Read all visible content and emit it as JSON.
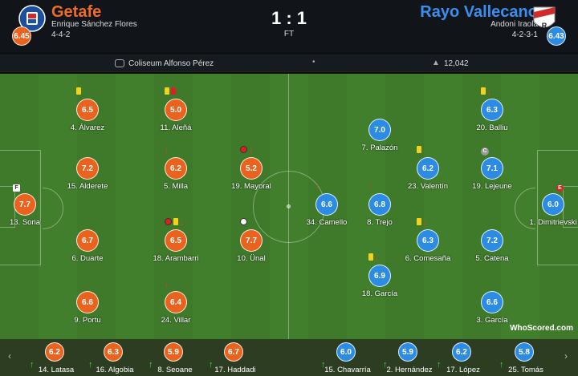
{
  "home": {
    "name": "Getafe",
    "coach": "Enrique Sánchez Flores",
    "formation": "4-4-2",
    "rating": "6.45",
    "color": "#e9631f"
  },
  "away": {
    "name": "Rayo Vallecano",
    "coach": "Andoni Iraola",
    "formation": "4-2-3-1",
    "rating": "6.43",
    "color": "#2c8be3"
  },
  "match": {
    "score": "1 : 1",
    "status": "FT",
    "venue": "Coliseum Alfonso Pérez",
    "separator": "•",
    "attendance": "12,042"
  },
  "home_players": [
    {
      "rating": "6.5",
      "name": "4. Álvarez",
      "marks": [
        "yellow"
      ]
    },
    {
      "rating": "5.0",
      "name": "11. Aleñá",
      "marks": [
        "yellow",
        "red"
      ]
    },
    {
      "rating": "7.2",
      "name": "15. Alderete",
      "marks": []
    },
    {
      "rating": "6.2",
      "name": "5. Milla",
      "marks": [
        "subout"
      ]
    },
    {
      "rating": "5.2",
      "name": "19. Mayoral",
      "marks": [
        "ballred",
        "subout"
      ]
    },
    {
      "rating": "7.7",
      "name": "13. Soria",
      "marks": []
    },
    {
      "rating": "6.7",
      "name": "6. Duarte",
      "marks": []
    },
    {
      "rating": "6.5",
      "name": "18. Arambarri",
      "marks": [
        "ballred",
        "yellow",
        "subout"
      ]
    },
    {
      "rating": "7.7",
      "name": "10. Ünal",
      "marks": [
        "ball"
      ]
    },
    {
      "rating": "6.6",
      "name": "9. Portu",
      "marks": []
    },
    {
      "rating": "6.4",
      "name": "24. Villar",
      "marks": [
        "subout"
      ]
    }
  ],
  "away_players": [
    {
      "rating": "6.3",
      "name": "20. Balliu",
      "marks": [
        "yellow",
        "subout"
      ]
    },
    {
      "rating": "7.0",
      "name": "7. Palazón",
      "marks": []
    },
    {
      "rating": "6.2",
      "name": "23. Valentín",
      "marks": [
        "yellow"
      ]
    },
    {
      "rating": "7.1",
      "name": "19. Lejeune",
      "marks": [
        "captain"
      ]
    },
    {
      "rating": "6.6",
      "name": "34. Camello",
      "marks": [
        "subout"
      ]
    },
    {
      "rating": "6.8",
      "name": "8. Trejo",
      "marks": [
        "subout"
      ]
    },
    {
      "rating": "6.0",
      "name": "1. Dimitrievski",
      "marks": []
    },
    {
      "rating": "6.3",
      "name": "6. Comesaña",
      "marks": [
        "yellow",
        "subout"
      ]
    },
    {
      "rating": "7.2",
      "name": "5. Catena",
      "marks": []
    },
    {
      "rating": "6.9",
      "name": "18. García",
      "marks": [
        "yellow",
        "subout"
      ]
    },
    {
      "rating": "6.6",
      "name": "3. García",
      "marks": []
    }
  ],
  "captain_label": "C",
  "gk_marker": "E",
  "home_gk_marker": "F",
  "home_subs": [
    {
      "rating": "6.2",
      "name": "14. Latasa"
    },
    {
      "rating": "6.3",
      "name": "16. Algobia"
    },
    {
      "rating": "5.9",
      "name": "8. Seoane"
    },
    {
      "rating": "6.7",
      "name": "17. Haddadi"
    }
  ],
  "away_subs": [
    {
      "rating": "6.0",
      "name": "15. Chavarría"
    },
    {
      "rating": "5.9",
      "name": "2. Hernández"
    },
    {
      "rating": "6.2",
      "name": "17. López"
    },
    {
      "rating": "5.8",
      "name": "25. Tomás"
    }
  ],
  "watermark": "WhoScored.com",
  "nav": {
    "left": "‹",
    "right": "›"
  }
}
